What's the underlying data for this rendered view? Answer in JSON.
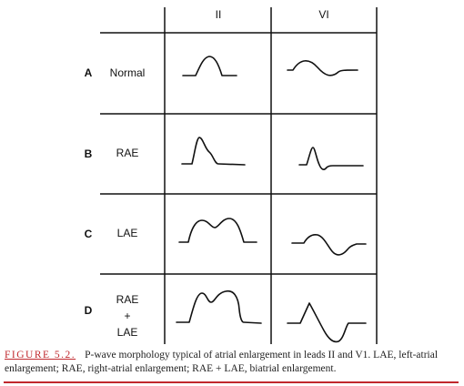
{
  "columns": [
    "II",
    "VI"
  ],
  "rows": [
    {
      "letter": "A",
      "label_lines": [
        "Normal"
      ]
    },
    {
      "letter": "B",
      "label_lines": [
        "RAE"
      ]
    },
    {
      "letter": "C",
      "label_lines": [
        "LAE"
      ]
    },
    {
      "letter": "D",
      "label_lines": [
        "RAE",
        "+",
        "LAE"
      ]
    }
  ],
  "caption": {
    "label": "FIGURE 5.2.",
    "text": "P-wave morphology typical of atrial enlargement in leads II and V1. LAE, left-atrial enlargement; RAE, right-atrial enlargement; RAE + LAE, biatrial enlargement."
  },
  "colors": {
    "accent": "#c0282d",
    "ink": "#111111"
  }
}
